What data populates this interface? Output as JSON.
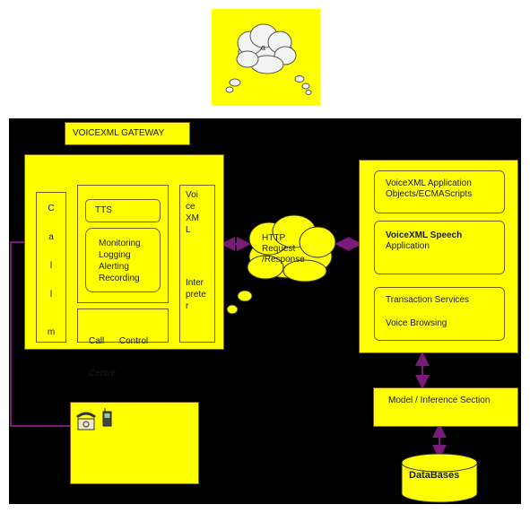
{
  "thought_icon": {
    "letter": "a"
  },
  "gateway": {
    "title": "VOICEXML GATEWAY"
  },
  "call_column": [
    "C",
    "a",
    "l",
    "l",
    "m"
  ],
  "tts": "TTS",
  "monitoring_lines": [
    "Monitoring",
    "Logging",
    "Alerting",
    "Recording"
  ],
  "call_control": {
    "line1": "Call      Control",
    "line2": "Centre"
  },
  "voicexml_interpreter": {
    "top_lines": [
      "Voi",
      "ce",
      "XM",
      "L"
    ],
    "bottom_lines": [
      "Inter",
      "prete",
      "r"
    ]
  },
  "http_cloud": {
    "lines": [
      "HTTP",
      "Request",
      "/Response"
    ]
  },
  "app_server": {
    "objects_lines": [
      "VoiceXML Application",
      "Objects/ECMAScripts"
    ],
    "speech_title": "VoiceXML Speech",
    "speech_sub": "Application",
    "transaction": "Transaction Services",
    "voice_browsing": "Voice Browsing"
  },
  "model": "Model / Inference Section",
  "database": "DataBases",
  "phone_icons": [
    "telephone-icon",
    "mobile-phone-icon"
  ],
  "colors": {
    "background": "#000000",
    "box": "#ffff00",
    "border": "#7a5a1e",
    "connector": "#7a1a7a"
  }
}
